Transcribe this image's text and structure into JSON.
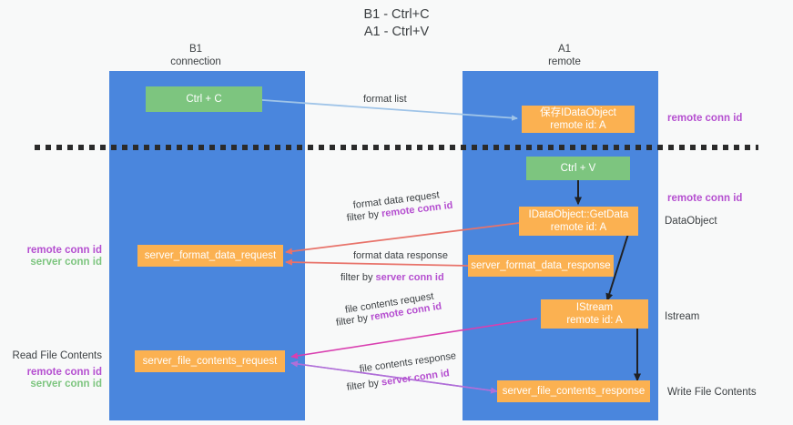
{
  "title": "B1 - Ctrl+C\nA1 - Ctrl+V",
  "columns": [
    {
      "name": "b1",
      "label": "B1\nconnection"
    },
    {
      "name": "a1",
      "label": "A1\nremote"
    }
  ],
  "nodes": {
    "ctrl_c": "Ctrl + C",
    "ctrl_v": "Ctrl + V",
    "save_idataobject": "保存IDataObject\nremote id: A",
    "getdata": "IDataObject::GetData\nremote id: A",
    "istream": "IStream\nremote id: A",
    "server_format_data_request": "server_format_data_request",
    "server_format_data_response": "server_format_data_response",
    "server_file_contents_request": "server_file_contents_request",
    "server_file_contents_response": "server_file_contents_response"
  },
  "edges": {
    "format_list": "format list",
    "format_data_request": "format data request",
    "format_data_request_filter_prefix": "filter by ",
    "format_data_request_filter_key": "remote conn id",
    "format_data_response": "format data response",
    "format_data_response_filter_prefix": "filter by ",
    "format_data_response_filter_key": "server conn id",
    "file_contents_request": "file contents request",
    "file_contents_request_filter_prefix": "filter by ",
    "file_contents_request_filter_key": "remote conn id",
    "file_contents_response": "file contents response",
    "file_contents_response_filter_prefix": "filter by ",
    "file_contents_response_filter_key": "server conn id"
  },
  "right_labels": {
    "remote_conn_id_top": "remote conn id",
    "remote_conn_id_mid": "remote conn id",
    "data_object": "DataObject",
    "istream": "Istream",
    "write_file_contents": "Write File Contents"
  },
  "left_labels": {
    "remote_conn_id_mid": "remote conn id",
    "server_conn_id_mid": "server conn id",
    "read_file_contents": "Read File Contents",
    "remote_conn_id_bottom": "remote conn id",
    "server_conn_id_bottom": "server conn id"
  },
  "colors": {
    "lane": "#4a86dd",
    "green_node": "#7dc57f",
    "orange_node": "#fbb151",
    "purple_text": "#b54fd0",
    "green_text": "#7dc57f",
    "arrow_blue": "#9fc4e8",
    "arrow_red": "#e8736a",
    "arrow_magenta": "#d93fb0",
    "arrow_violet": "#b06fd8",
    "arrow_black": "#202124",
    "background": "#f8f9f9"
  }
}
